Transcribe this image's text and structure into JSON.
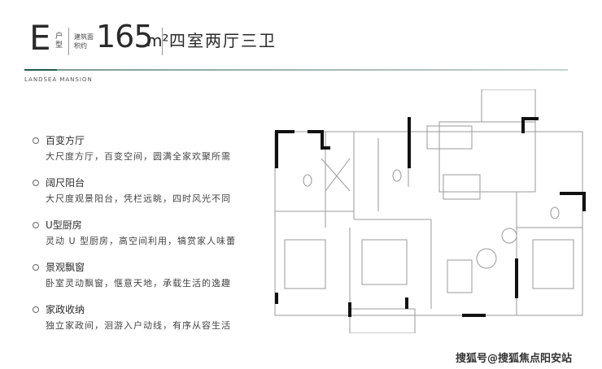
{
  "header": {
    "unit_letter": "E",
    "unit_tag": "户型",
    "area_tag": "建筑面积约",
    "area_value": "165",
    "area_unit": "m²",
    "layout_text": "四室两厅三卫"
  },
  "brand": "LANDSEA MANSION",
  "features": [
    {
      "title": "百变方厅",
      "desc": "大尺度方厅，百变空间，圆满全家欢聚所需"
    },
    {
      "title": "阔尺阳台",
      "desc": "大尺度观景阳台，凭栏远眺，四时风光不同"
    },
    {
      "title": "U型厨房",
      "desc": "灵动 U 型厨房，高空间利用，犒赏家人味蕾"
    },
    {
      "title": "景观飘窗",
      "desc": "卧室灵动飘窗，惬意天地，承载生活的逸趣"
    },
    {
      "title": "家政收纳",
      "desc": "独立家政间，洄游入户动线，有序从容生活"
    }
  ],
  "watermark": "搜狐号@搜狐焦点阳安站",
  "colors": {
    "brand_green": "#1f5c46",
    "wall": "#111111",
    "line": "#9a9a9a"
  }
}
